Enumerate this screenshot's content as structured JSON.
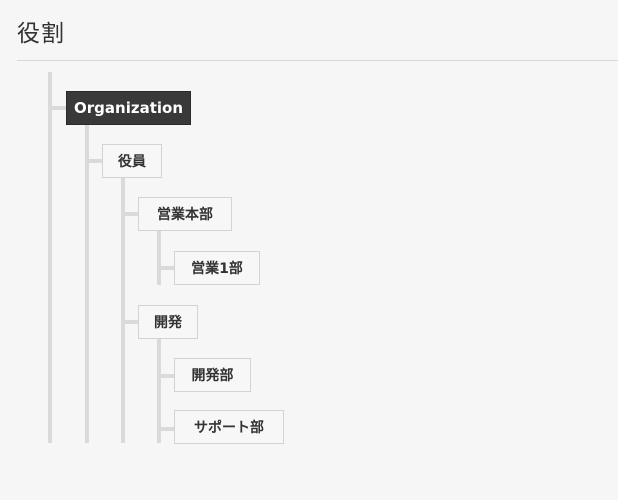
{
  "page": {
    "title": "役割"
  },
  "tree": {
    "root": "Organization",
    "executives": "役員",
    "sales_hq": "営業本部",
    "sales_1": "営業1部",
    "development": "開発",
    "dev_dept": "開発部",
    "support_dept": "サポート部"
  },
  "colors": {
    "root_bg": "#393939",
    "node_bg": "#f7f7f7",
    "connector": "#dadada"
  }
}
